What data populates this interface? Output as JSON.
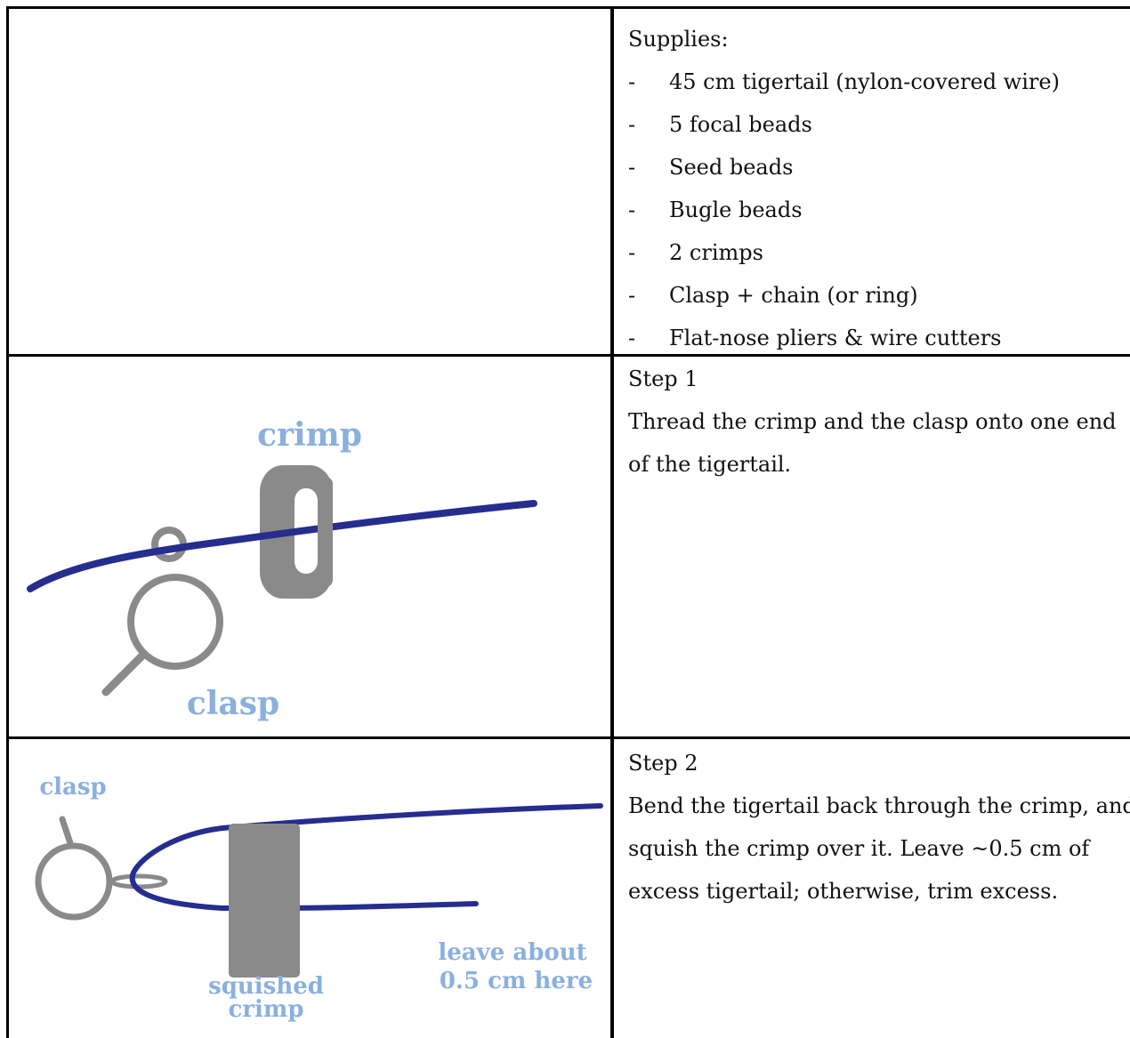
{
  "supplies": {
    "heading": "Supplies:",
    "bullet": "-",
    "items": [
      "45 cm tigertail (nylon-covered wire)",
      "5 focal beads",
      "Seed beads",
      "Bugle beads",
      "2 crimps",
      "Clasp + chain (or ring)",
      "Flat-nose pliers & wire cutters"
    ]
  },
  "step1": {
    "title": "Step 1",
    "text_lines": [
      "Thread the crimp and the clasp onto one end",
      "of the tigertail."
    ],
    "illustration": {
      "label_crimp": "crimp",
      "label_clasp": "clasp"
    }
  },
  "step2": {
    "title": "Step 2",
    "text_lines": [
      "Bend the tigertail back through the crimp, and",
      "squish the crimp over it. Leave ~0.5 cm of",
      "excess tigertail; otherwise, trim excess."
    ],
    "illustration": {
      "label_clasp": "clasp",
      "label_squished_1": "squished",
      "label_squished_2": "crimp",
      "label_leave_1": "leave about",
      "label_leave_2": "0.5 cm here"
    }
  },
  "colors": {
    "wire": "#262d8f",
    "metal": "#8a8a8a",
    "label": "#8ab0de",
    "border": "#000000"
  }
}
